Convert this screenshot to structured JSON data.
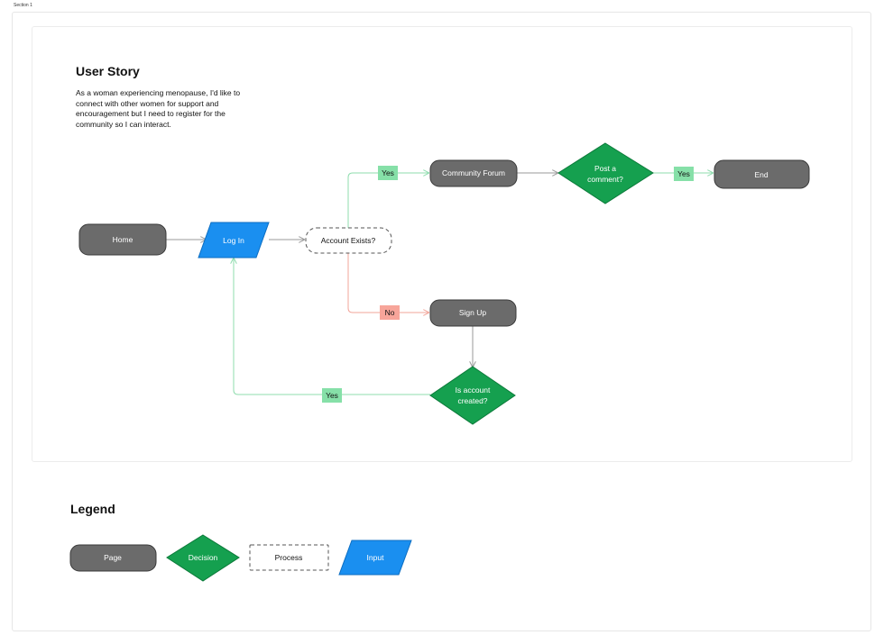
{
  "section_label": "Section 1",
  "title": "User Story",
  "description": "As a woman experiencing menopause, I'd like to connect with other women for support and encouragement but I need to register for the community so I can interact.",
  "nodes": {
    "home": "Home",
    "login": "Log In",
    "account_exists": "Account Exists?",
    "community_forum": "Community Forum",
    "post_comment": [
      "Post a",
      "comment?"
    ],
    "end": "End",
    "sign_up": "Sign Up",
    "is_account_created": [
      "Is account",
      "created?"
    ]
  },
  "edge_labels": {
    "yes_forum": "Yes",
    "yes_end": "Yes",
    "no_signup": "No",
    "yes_login": "Yes"
  },
  "legend": {
    "title": "Legend",
    "page": "Page",
    "decision": "Decision",
    "process": "Process",
    "input": "Input"
  },
  "colors": {
    "page": "#6b6b6b",
    "decision": "#15a04f",
    "input": "#1a8ff0",
    "yes_tag": "#86e0a8",
    "no_tag": "#f7a59a",
    "yes_line": "#8fdcae",
    "no_line": "#f2a59a",
    "neutral_line": "#9a9a9a"
  }
}
